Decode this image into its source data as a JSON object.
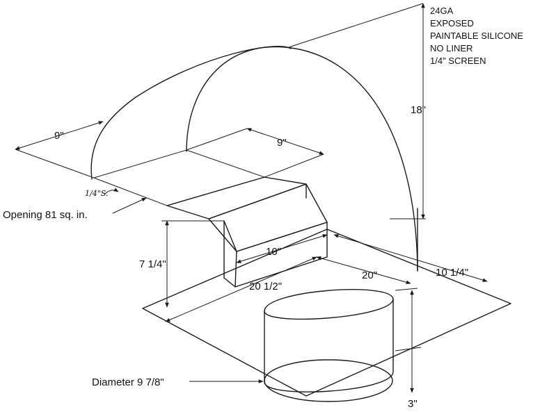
{
  "specs": [
    "24GA",
    "EXPOSED",
    "PAINTABLE SILICONE",
    "NO LINER",
    "1/4\" SCREEN"
  ],
  "dimensions": {
    "hood_depth": "9\"",
    "screen_width": "9\"",
    "height": "18\"",
    "neck_height": "7 1/4\"",
    "neck_width": "10\"",
    "flange_depth": "10 1/4\"",
    "flange_length": "20\"",
    "flange_width": "20 1/2\"",
    "collar_height": "3\""
  },
  "callouts": {
    "screen_note": "1/4\"S.",
    "opening": "Opening 81 sq. in.",
    "diameter": "Diameter 9 7/8\""
  }
}
